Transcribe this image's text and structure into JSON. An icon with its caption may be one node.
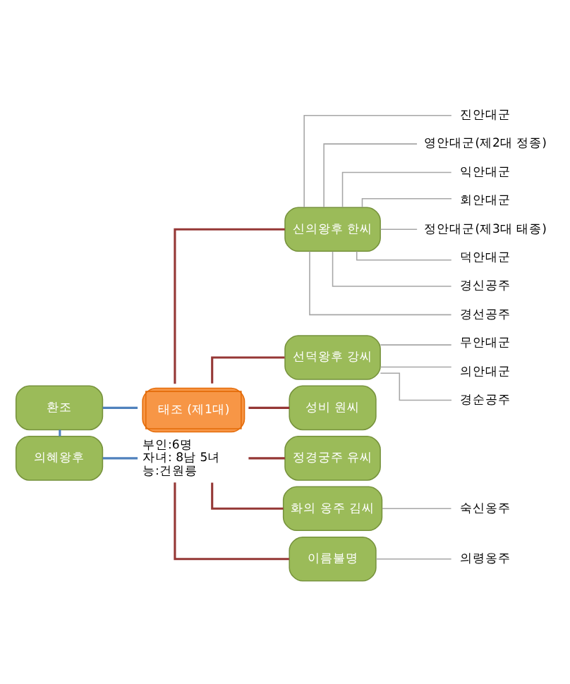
{
  "diagram": {
    "nodes": [
      {
        "text": [
          "환조"
        ]
      },
      {
        "text": [
          "의혜왕후"
        ]
      },
      {
        "text": [
          "태조 (제1대)"
        ],
        "beside": [
          "부인:6명",
          "자녀: 8남 5녀",
          "능:건원릉"
        ]
      },
      {
        "text": [
          "신의왕후 한씨"
        ]
      },
      {
        "text": [
          "진안대군"
        ]
      },
      {
        "text": [
          "영안대군(제2대 정종)"
        ]
      },
      {
        "text": [
          "익안대군"
        ]
      },
      {
        "text": [
          "회안대군"
        ]
      },
      {
        "text": [
          "정안대군(제3대 태종)"
        ]
      },
      {
        "text": [
          "덕안대군"
        ]
      },
      {
        "text": [
          "경신공주"
        ]
      },
      {
        "text": [
          "경선공주"
        ]
      },
      {
        "text": [
          "선덕왕후 강씨"
        ]
      },
      {
        "text": [
          "무안대군"
        ]
      },
      {
        "text": [
          "의안대군"
        ]
      },
      {
        "text": [
          "경순공주"
        ]
      },
      {
        "text": [
          "성비 원씨"
        ]
      },
      {
        "text": [
          "정경궁주 유씨"
        ]
      },
      {
        "text": [
          "화의 옹주 김씨"
        ]
      },
      {
        "text": [
          "숙신옹주"
        ]
      },
      {
        "text": [
          "이름불명"
        ]
      },
      {
        "text": [
          "의령옹주"
        ]
      }
    ],
    "edges": [
      {
        "from": 0,
        "to": 1,
        "arrow": "none",
        "color": "#4f81bd"
      },
      {
        "from": 0,
        "to": 2,
        "arrow": "none",
        "color": "#4f81bd"
      },
      {
        "from": 1,
        "to": 2,
        "arrow": "none",
        "color": "#4f81bd"
      },
      {
        "from": 2,
        "to": 3,
        "arrow": "none",
        "color": "#953735"
      },
      {
        "from": 2,
        "to": 12,
        "arrow": "none",
        "color": "#953735"
      },
      {
        "from": 2,
        "to": 16,
        "arrow": "none",
        "color": "#953735"
      },
      {
        "from": 2,
        "to": 17,
        "arrow": "none",
        "color": "#953735"
      },
      {
        "from": 2,
        "to": 18,
        "arrow": "none",
        "color": "#953735"
      },
      {
        "from": 2,
        "to": 20,
        "arrow": "none",
        "color": "#953735"
      },
      {
        "from": 3,
        "to": 4,
        "arrow": "none"
      },
      {
        "from": 3,
        "to": 5,
        "arrow": "none"
      },
      {
        "from": 3,
        "to": 6,
        "arrow": "none"
      },
      {
        "from": 3,
        "to": 7,
        "arrow": "none"
      },
      {
        "from": 3,
        "to": 8,
        "arrow": "none"
      },
      {
        "from": 3,
        "to": 9,
        "arrow": "none"
      },
      {
        "from": 3,
        "to": 10,
        "arrow": "none"
      },
      {
        "from": 3,
        "to": 11,
        "arrow": "none"
      },
      {
        "from": 12,
        "to": 13,
        "arrow": "none"
      },
      {
        "from": 12,
        "to": 14,
        "arrow": "none"
      },
      {
        "from": 12,
        "to": 15,
        "arrow": "none"
      },
      {
        "from": 18,
        "to": 19,
        "arrow": "none"
      },
      {
        "from": 20,
        "to": 21,
        "arrow": "none"
      }
    ]
  }
}
